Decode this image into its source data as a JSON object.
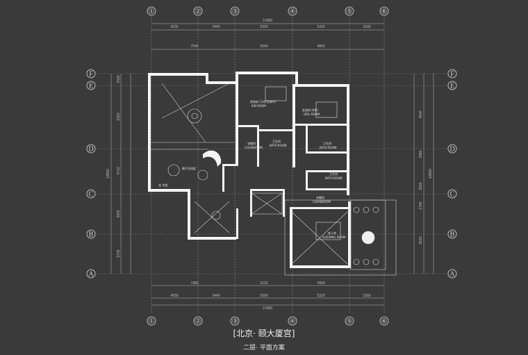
{
  "grid_cols": [
    "①",
    "②",
    "③",
    "④",
    "⑤",
    "⑥"
  ],
  "grid_rows_left": [
    "F",
    "E",
    "D",
    "C",
    "B",
    "A"
  ],
  "grid_rows_right": [
    "F",
    "E",
    "D",
    "C",
    "B",
    "A"
  ],
  "dims_top": {
    "total": "21680",
    "segs1": [
      "4230",
      "3440",
      "5350",
      "5330",
      "3330"
    ],
    "segs2": [
      "7540",
      "5040",
      "4800"
    ]
  },
  "dims_bottom": {
    "segs1": [
      "7480",
      "5120",
      "4900"
    ],
    "segs2": [
      "4050",
      "3440",
      "5350",
      "5330",
      "3300"
    ],
    "total": "21680"
  },
  "dims_left": [
    "1500",
    "6320",
    "4710",
    "3500",
    "3700",
    "18550"
  ],
  "dims_right": [
    "4540",
    "2980",
    "3500",
    "1790",
    "3510",
    "18550"
  ],
  "rooms": [
    {
      "name": "男孩房 (12岁至高中)",
      "en": "KID ROOM"
    },
    {
      "name": "女孩房 (8岁)",
      "en": "GIRL ROOM"
    },
    {
      "name": "衣帽间",
      "en": "CLOAKROOM"
    },
    {
      "name": "卫生间",
      "en": "BATH ROOM"
    },
    {
      "name": "卫生间",
      "en": "BATH ROOM"
    },
    {
      "name": "卫生间",
      "en": "BATH ROOM"
    },
    {
      "name": "衣帽间",
      "en": "CLOAKROOM"
    },
    {
      "name": "老人房",
      "en": "SLEEPING ROOM"
    },
    {
      "name": "親子活动区",
      "en": ""
    },
    {
      "name": "花 木组",
      "en": ""
    }
  ],
  "title": "[北京· 颐大厦宫]",
  "subtitle": "二层· 平面方案"
}
